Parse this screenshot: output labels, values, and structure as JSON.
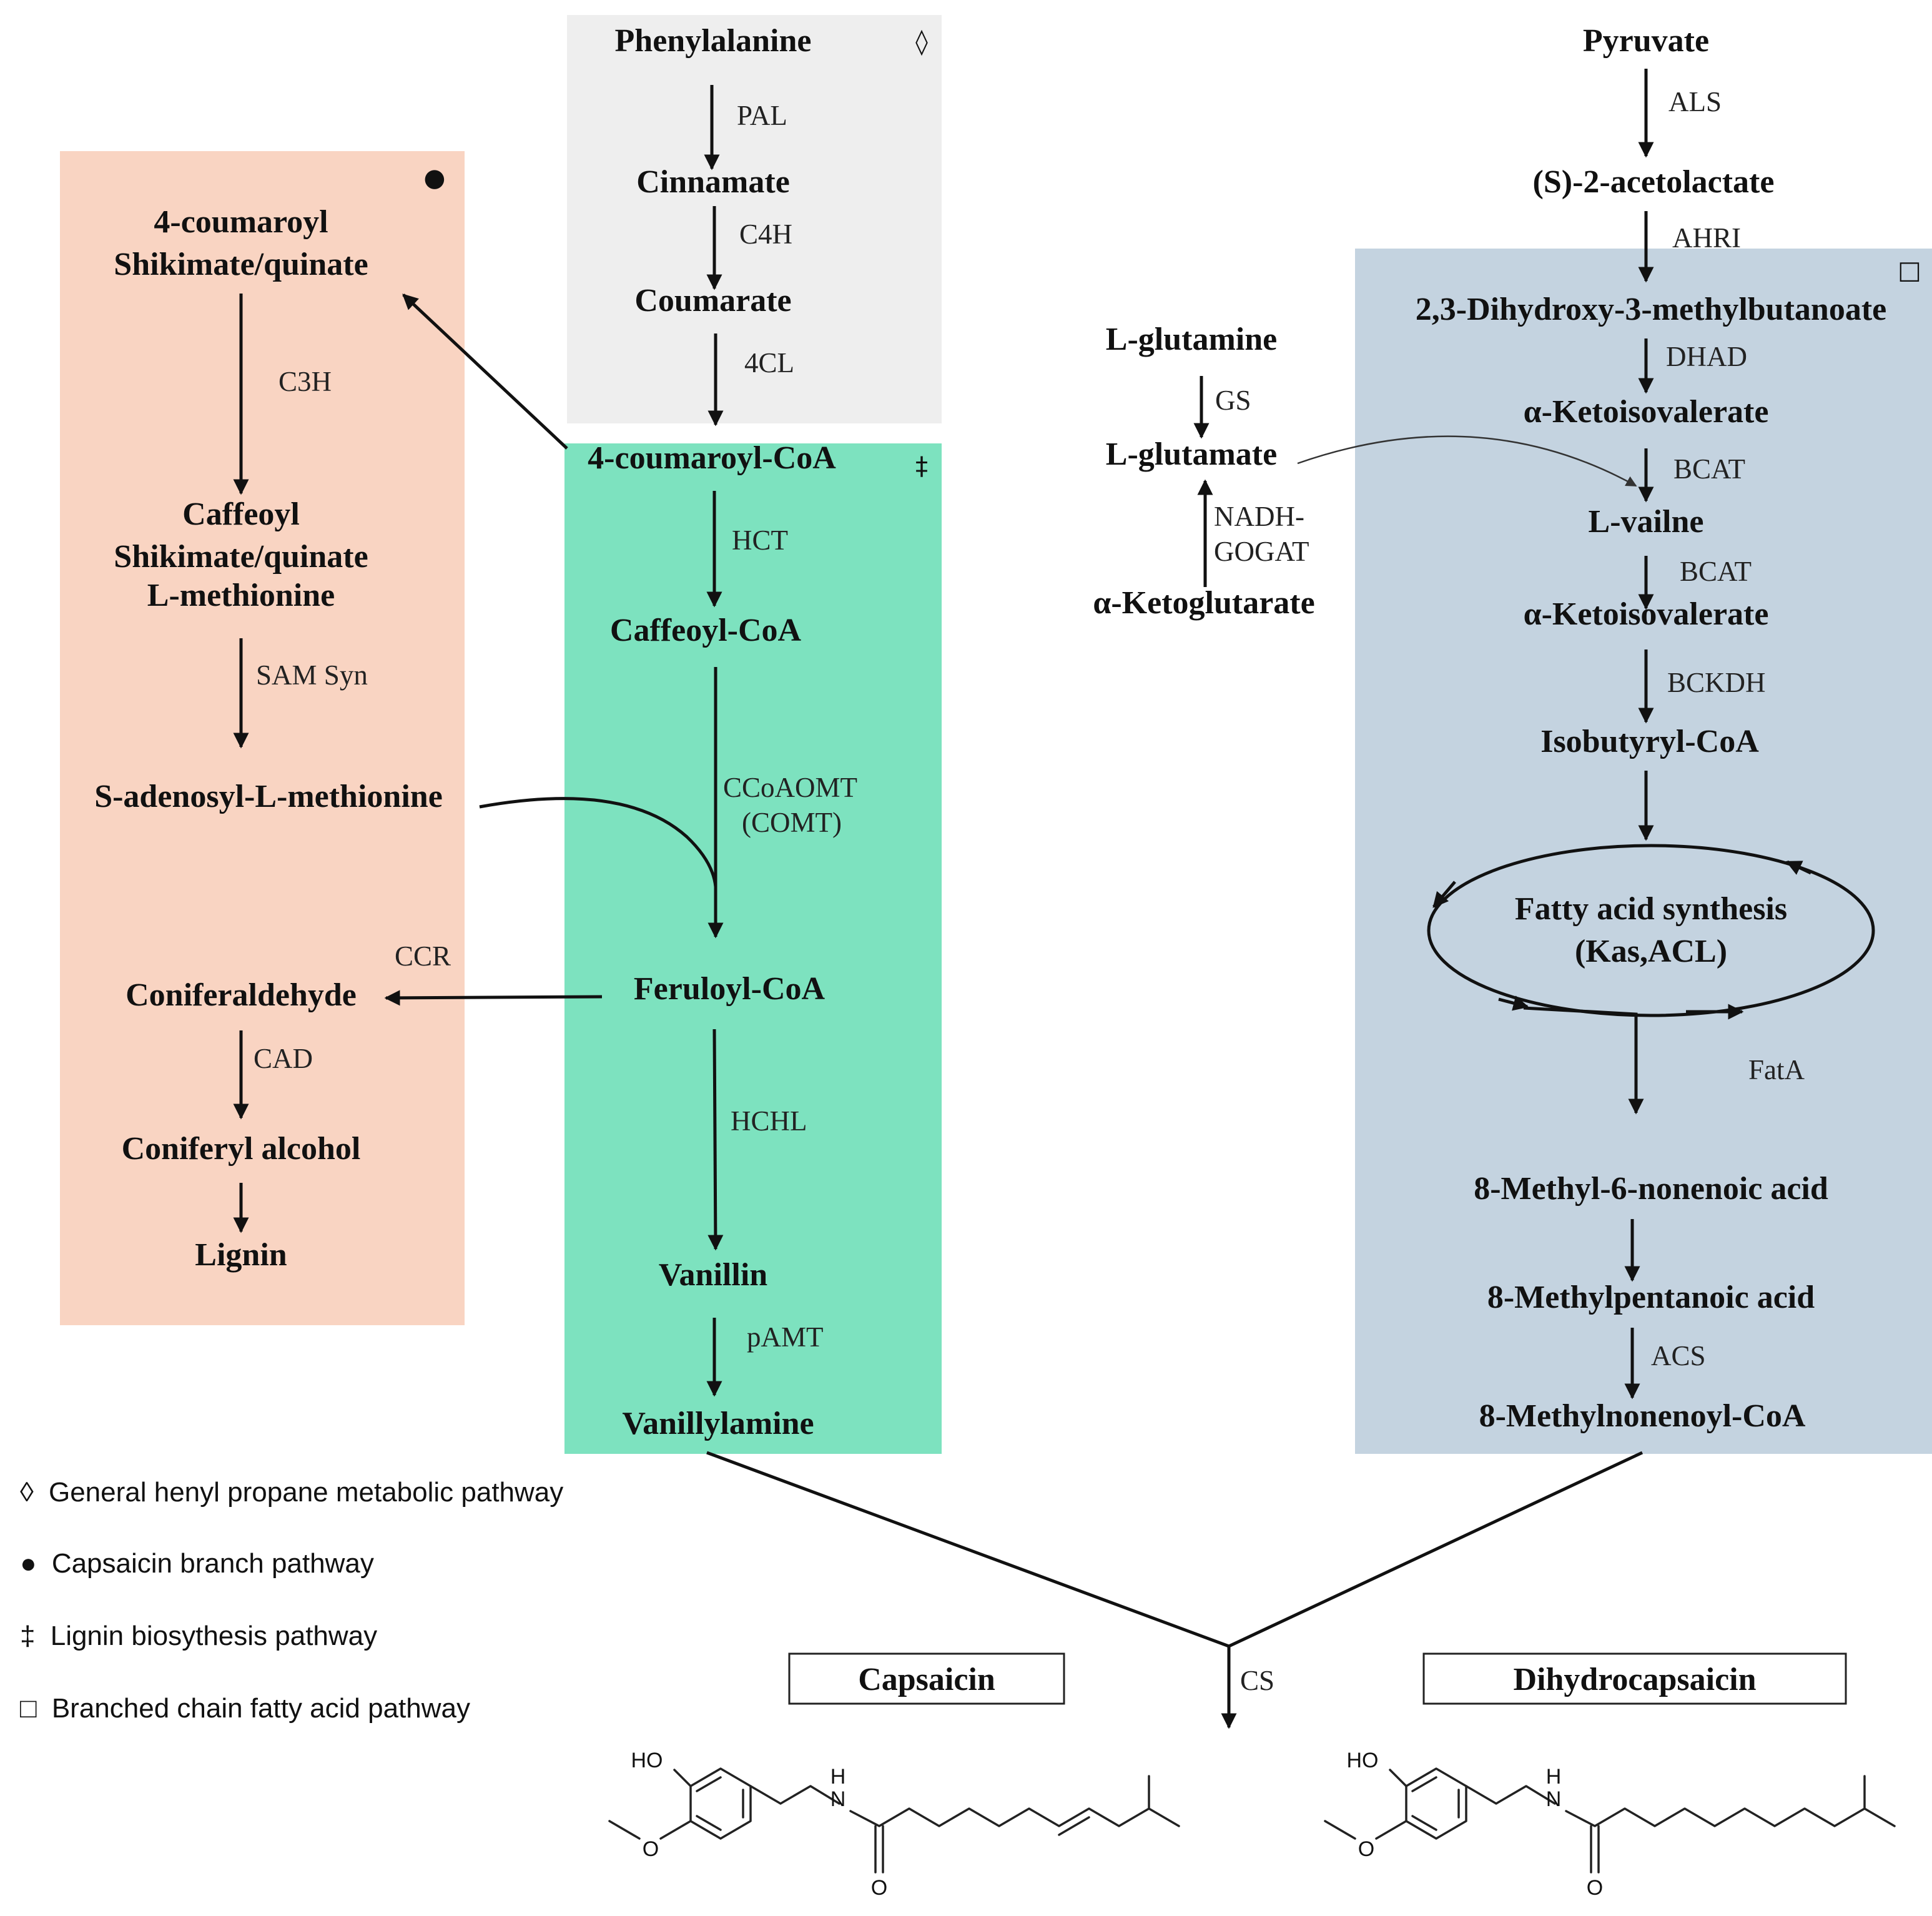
{
  "colors": {
    "general_box": "#eeeeee",
    "capsaicin_box": "#f9d4c2",
    "lignin_box": "#7de2bf",
    "bcfa_box": "#c4d3e0",
    "arrow": "#111111"
  },
  "symbols": {
    "general": "◊",
    "capsaicin": "●",
    "lignin": "‡",
    "bcfa": "□"
  },
  "compounds": {
    "phenylalanine": "Phenylalanine",
    "cinnamate": "Cinnamate",
    "coumarate": "Coumarate",
    "coumaroyl_coa": "4-coumaroyl-CoA",
    "caffeoyl_coa": "Caffeoyl-CoA",
    "feruloyl_coa": "Feruloyl-CoA",
    "vanillin": "Vanillin",
    "vanillylamine": "Vanillylamine",
    "coumaroyl_shikimate_1": "4-coumaroyl",
    "coumaroyl_shikimate_2": "Shikimate/quinate",
    "caffeoyl_shikimate_1": "Caffeoyl",
    "caffeoyl_shikimate_2": "Shikimate/quinate",
    "l_methionine": "L-methionine",
    "sam": "S-adenosyl-L-methionine",
    "coniferaldehyde": "Coniferaldehyde",
    "coniferyl_alcohol": "Coniferyl alcohol",
    "lignin": "Lignin",
    "pyruvate": "Pyruvate",
    "acetolactate": "(S)-2-acetolactate",
    "dihydroxy": "2,3-Dihydroxy-3-methylbutanoate",
    "ketoisovalerate_1": "α-Ketoisovalerate",
    "l_vailne": "L-vailne",
    "ketoisovalerate_2": "α-Ketoisovalerate",
    "isobutyryl_coa": "Isobutyryl-CoA",
    "fas_1": "Fatty acid synthesis",
    "fas_2": "(Kas,ACL)",
    "methyl_nonenoic": "8-Methyl-6-nonenoic  acid",
    "methyl_pentanoic": "8-Methylpentanoic  acid",
    "methyl_nonenoyl_coa": "8-Methylnonenoyl-CoA",
    "l_glutamine": "L-glutamine",
    "l_glutamate": "L-glutamate",
    "ketoglutarate": "α-Ketoglutarate"
  },
  "enzymes": {
    "pal": "PAL",
    "c4h": "C4H",
    "cl4": "4CL",
    "hct": "HCT",
    "ccoaomt": "CCoAOMT",
    "comt": "(COMT)",
    "hchl": "HCHL",
    "pamt": "pAMT",
    "c3h": "C3H",
    "sam_syn": "SAM Syn",
    "ccr": "CCR",
    "cad": "CAD",
    "als": "ALS",
    "ahri": "AHRI",
    "dhad": "DHAD",
    "bcat_1": "BCAT",
    "bcat_2": "BCAT",
    "bckdh": "BCKDH",
    "fata": "FatA",
    "acs": "ACS",
    "gs": "GS",
    "nadh_1": "NADH-",
    "nadh_2": "GOGAT",
    "cs": "CS"
  },
  "products": {
    "capsaicin": "Capsaicin",
    "dihydrocapsaicin": "Dihydrocapsaicin"
  },
  "atoms": {
    "ho": "HO",
    "o_ether": "O",
    "h": "H",
    "n": "N",
    "o_carbonyl": "O"
  },
  "legend": [
    {
      "symbol": "◊",
      "text": "General henyl propane metabolic pathway"
    },
    {
      "symbol": "●",
      "text": "Capsaicin branch pathway"
    },
    {
      "symbol": "‡",
      "text": "Lignin biosythesis pathway"
    },
    {
      "symbol": "□",
      "text": "Branched chain fatty acid pathway"
    }
  ]
}
